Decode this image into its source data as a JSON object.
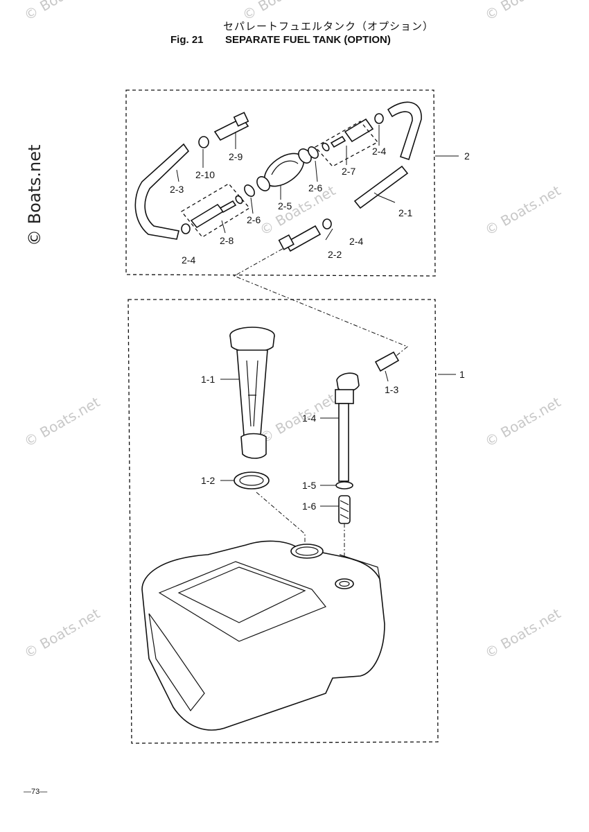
{
  "header": {
    "title_jp": "セパレートフュエルタンク（オプション）",
    "fig_no": "Fig. 21",
    "title_en": "SEPARATE FUEL TANK (OPTION)"
  },
  "footer": {
    "page_no": "—73—"
  },
  "watermark": {
    "text": "© Boats.net",
    "side_text": "© Boats.net"
  },
  "groups": {
    "group_2": "2",
    "group_1": "1"
  },
  "parts": {
    "p2_1": "2-1",
    "p2_2": "2-2",
    "p2_3": "2-3",
    "p2_4_a": "2-4",
    "p2_4_b": "2-4",
    "p2_4_c": "2-4",
    "p2_5": "2-5",
    "p2_6_a": "2-6",
    "p2_6_b": "2-6",
    "p2_7": "2-7",
    "p2_8": "2-8",
    "p2_9": "2-9",
    "p2_10": "2-10",
    "p1_1": "1-1",
    "p1_2": "1-2",
    "p1_3": "1-3",
    "p1_4": "1-4",
    "p1_5": "1-5",
    "p1_6": "1-6"
  }
}
